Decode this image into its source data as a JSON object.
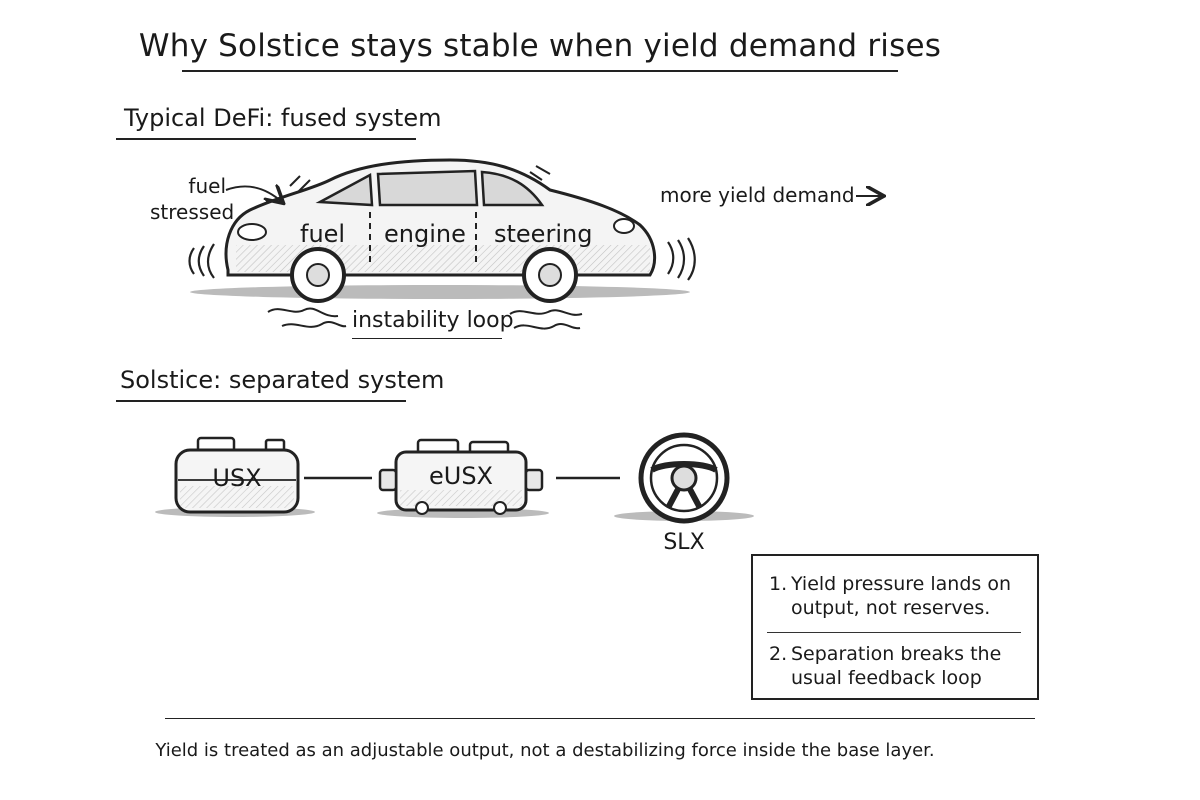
{
  "title": "Why Solstice stays stable when yield demand rises",
  "typical": {
    "section_title": "Typical DeFi: fused system",
    "car_parts": [
      "fuel",
      "engine",
      "steering"
    ],
    "fuel_stressed": [
      "fuel",
      "stressed"
    ],
    "demand_label": "more yield demand",
    "loop_label": "instability loop"
  },
  "solstice": {
    "section_title": "Solstice: separated system",
    "components": [
      {
        "label": "USX",
        "icon": "fuel-tank-icon"
      },
      {
        "label": "eUSX",
        "icon": "engine-icon"
      },
      {
        "label": "SLX",
        "icon": "steering-wheel-icon"
      }
    ]
  },
  "notes": [
    {
      "number": "1.",
      "text": "Yield pressure lands on output, not reserves."
    },
    {
      "number": "2.",
      "text": "Separation breaks the usual feedback loop"
    }
  ],
  "footer": "Yield is treated as an adjustable output, not a destabilizing force inside the base layer."
}
